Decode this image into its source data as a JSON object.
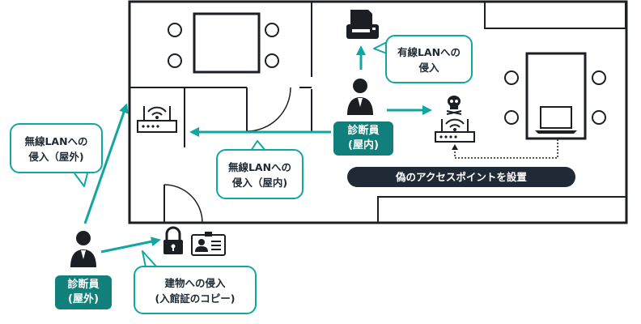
{
  "labels": {
    "intruder_indoor": [
      "診断員",
      "(屋内)"
    ],
    "intruder_outdoor": [
      "診断員",
      "(屋外)"
    ],
    "wired_callout": [
      "有線LANへの",
      "侵入"
    ],
    "wireless_indoor_callout": [
      "無線LANへの",
      "侵入（屋内)"
    ],
    "wireless_outdoor_callout": [
      "無線LANへの",
      "侵入（屋外)"
    ],
    "building_callout": [
      "建物への侵入",
      "(入館証のコピー)"
    ],
    "rogue_ap_banner": "偽のアクセスポイントを設置"
  },
  "icons": {
    "printer": "printer-icon",
    "router": "wifi-router-icon",
    "skull": "skull-icon",
    "laptop": "laptop-icon",
    "lock": "padlock-icon",
    "id_card": "id-card-icon",
    "person": "person-icon",
    "door": "door-icon",
    "chair": "chair-icon"
  },
  "colors": {
    "accent": "#12a6a0",
    "tag": "#11807a",
    "banner": "#1f2a36",
    "wall": "#1b1f24"
  }
}
